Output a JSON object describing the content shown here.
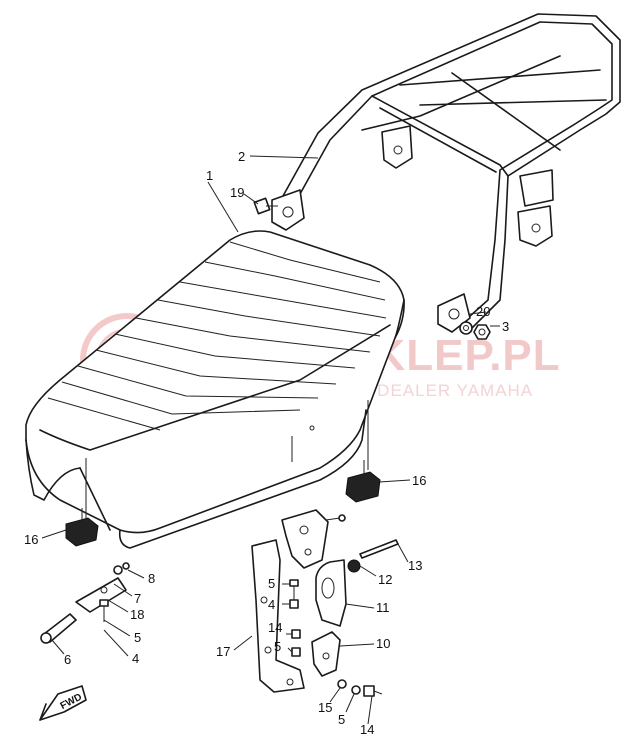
{
  "watermark": {
    "title": "YAMA-SKLEP.PL",
    "subtitle": "WOJCIECHOWICZ | DEALER YAMAHA",
    "color": "#e88a8a"
  },
  "callouts": {
    "c1": "1",
    "c2": "2",
    "c3": "3",
    "c4a": "4",
    "c4b": "4",
    "c5a": "5",
    "c5b": "5",
    "c5c": "5",
    "c5d": "5",
    "c6": "6",
    "c7": "7",
    "c8": "8",
    "c10": "10",
    "c11": "11",
    "c12": "12",
    "c13": "13",
    "c14a": "14",
    "c14b": "14",
    "c15": "15",
    "c16a": "16",
    "c16b": "16",
    "c17": "17",
    "c18": "18",
    "c19": "19",
    "c20": "20"
  },
  "fwd_label": "FWD"
}
